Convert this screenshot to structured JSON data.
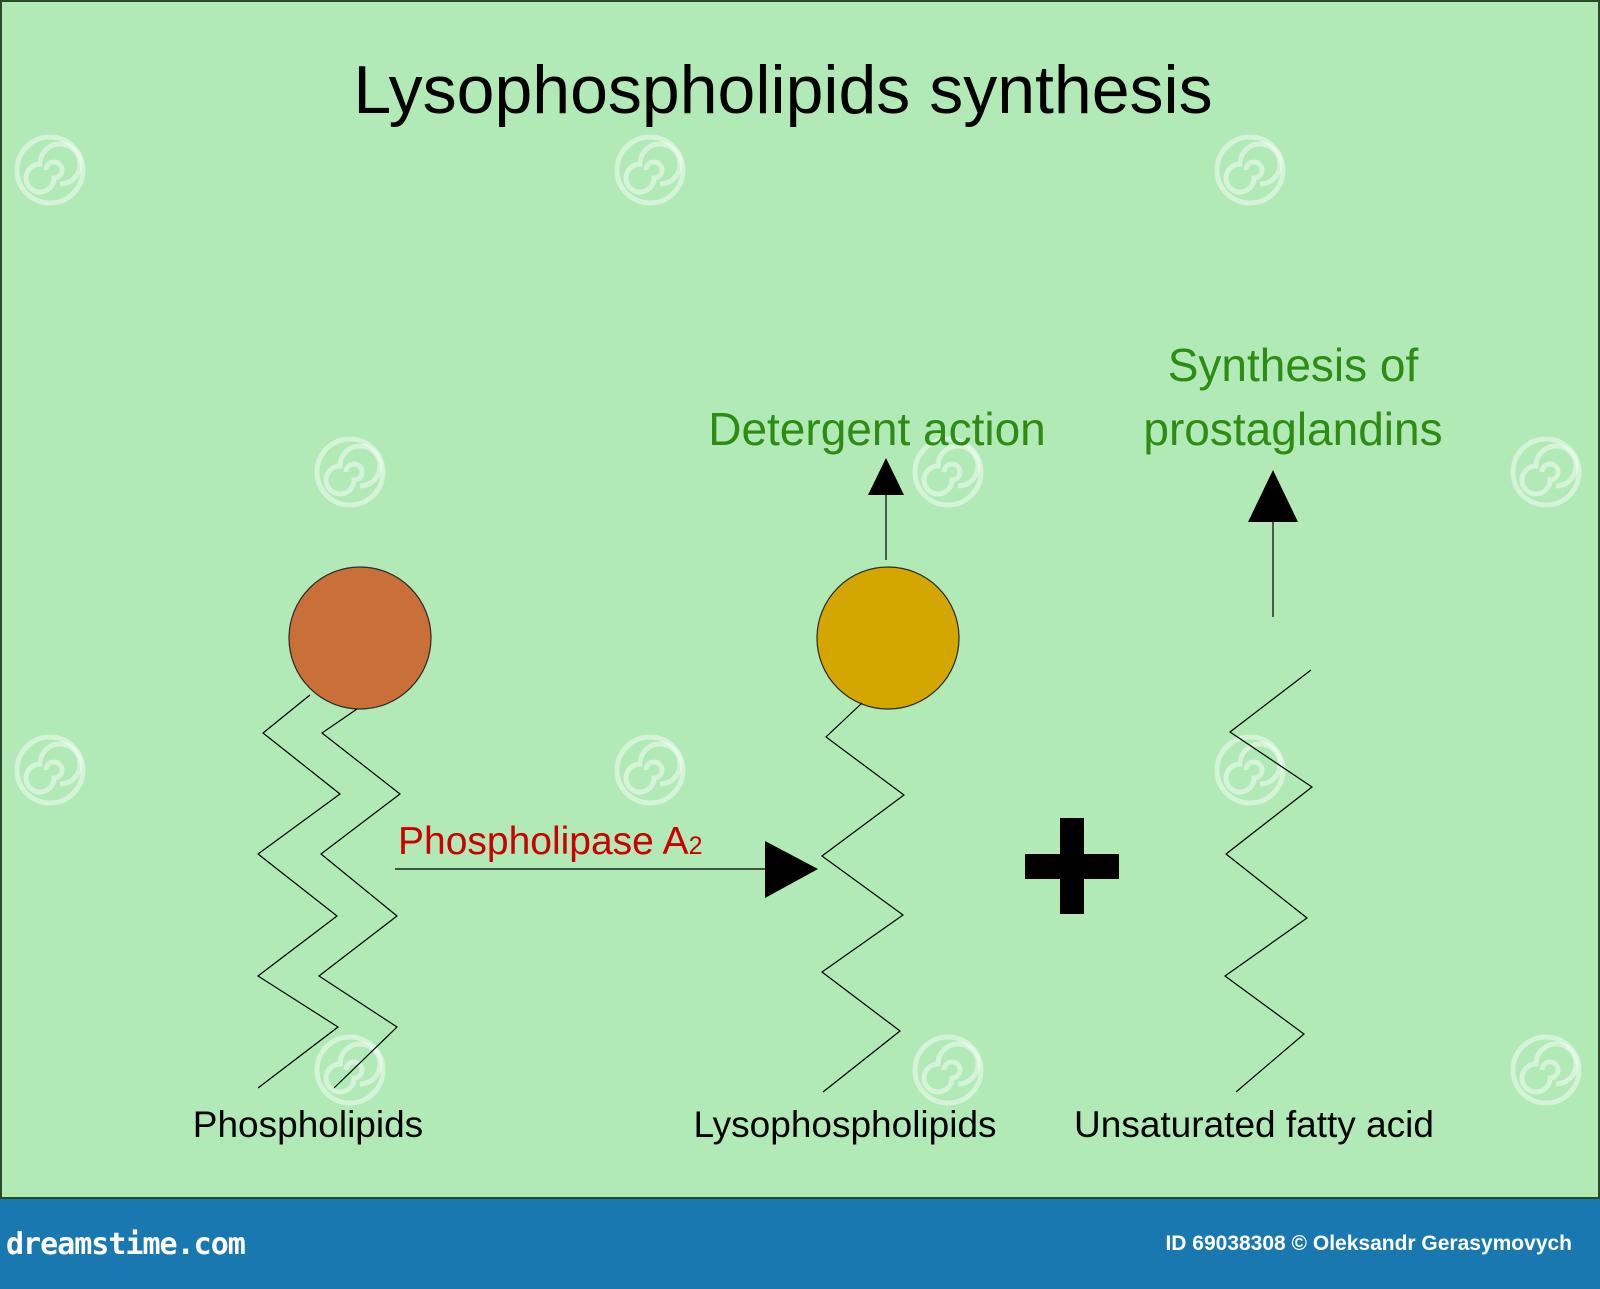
{
  "title": "Lysophospholipids synthesis",
  "labels": {
    "phospholipids": "Phospholipids",
    "lysophospholipids": "Lysophospholipids",
    "fatty_acid": "Unsaturated fatty acid",
    "enzyme": "Phospholipase A",
    "enzyme_subscript": "2",
    "detergent": "Detergent action",
    "synthesis_line1": "Synthesis of",
    "synthesis_line2": "prostaglandins"
  },
  "watermark_text": "dreamstime",
  "footer": {
    "logo": "dreamstime.com",
    "credit": "ID 69038308 © Oleksandr Gerasymovych"
  },
  "colors": {
    "background": "#b1e9b7",
    "phospholipid_head": "#c9703a",
    "lysophospholipid_head": "#d4a600",
    "enzyme_text": "#cc0000",
    "effect_text": "#2e8b14",
    "footer_bar": "#1a78b0"
  }
}
